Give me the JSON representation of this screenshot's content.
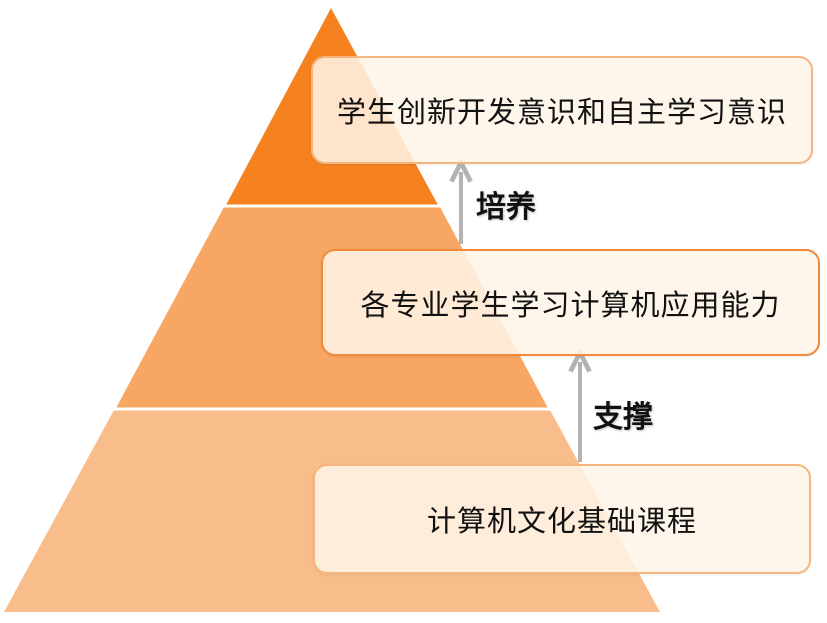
{
  "levels": {
    "top": {
      "label": "学生创新开发意识和自主学习意识",
      "color": "#f5821f"
    },
    "middle": {
      "label": "各专业学生学习计算机应用能力",
      "color": "#f7a763"
    },
    "bottom": {
      "label": "计算机文化基础课程",
      "color": "#f9bd8b"
    }
  },
  "relations": {
    "upper": {
      "label": "培养",
      "icon": "arrow-up-icon"
    },
    "lower": {
      "label": "支撑",
      "icon": "arrow-up-icon"
    }
  },
  "colors": {
    "arrow": "#b3b3b3",
    "box_fill": "#fff4e8",
    "box_border": "#f6b57e",
    "box_border_active": "#f08a3a"
  }
}
